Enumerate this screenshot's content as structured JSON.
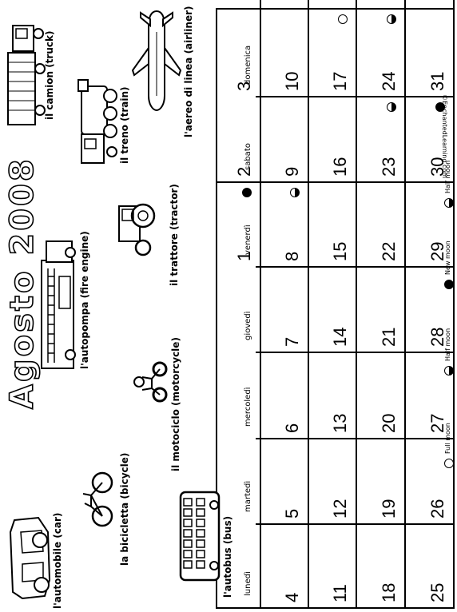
{
  "title": "Agosto 2008",
  "copyright": "©EnchantedLearning.com",
  "day_names": [
    "lunedì",
    "martedì",
    "mercoledì",
    "giovedì",
    "venerdì",
    "sabato",
    "domenica"
  ],
  "weeks": [
    [
      "",
      "",
      "",
      "",
      "1",
      "2",
      "3"
    ],
    [
      "4",
      "5",
      "6",
      "7",
      "8",
      "9",
      "10"
    ],
    [
      "11",
      "12",
      "13",
      "14",
      "15",
      "16",
      "17"
    ],
    [
      "18",
      "19",
      "20",
      "21",
      "22",
      "23",
      "24"
    ],
    [
      "25",
      "26",
      "27",
      "28",
      "29",
      "30",
      "31"
    ]
  ],
  "moons": [
    {
      "week": 0,
      "day": 4,
      "type": "new"
    },
    {
      "week": 1,
      "day": 4,
      "type": "half"
    },
    {
      "week": 2,
      "day": 6,
      "type": "full"
    },
    {
      "week": 3,
      "day": 5,
      "type": "half"
    },
    {
      "week": 3,
      "day": 6,
      "type": "half"
    },
    {
      "week": 4,
      "day": 5,
      "type": "new"
    }
  ],
  "legend": {
    "full": "Full moon",
    "half1": "Half moon",
    "new": "New moon",
    "half2": "Half moon"
  },
  "vehicles": {
    "automobile": "l'automobile (car)",
    "bicicletta": "la bicicletta (bicycle)",
    "autobus": "l'autobus (bus)",
    "motociclo": "il motociclo (motorcycle)",
    "autopompa": "l'autopompa (fire engine)",
    "trattore": "il trattore (tractor)",
    "treno": "il treno (train)",
    "camion": "il camion (truck)",
    "aereo": "l'aereo di linea (airliner)"
  }
}
